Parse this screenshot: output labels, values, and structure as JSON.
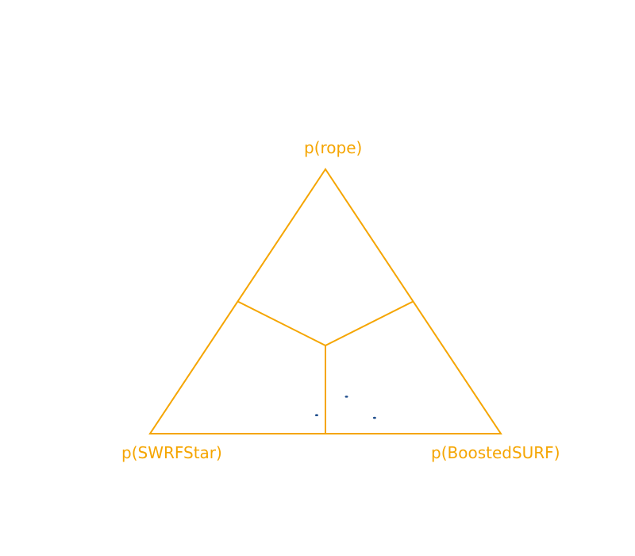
{
  "chart_data": {
    "type": "scatter",
    "subtype": "ternary-simplex",
    "vertices": {
      "top": "p(rope)",
      "left": "p(SWRFStar)",
      "right": "p(BoostedSURF)"
    },
    "colors": {
      "frame": "#f5a500",
      "points": "#1f4e8c",
      "labels": "#f5a500"
    },
    "points": [
      {
        "p_rope": 0.14,
        "p_left": 0.37,
        "p_right": 0.49
      },
      {
        "p_rope": 0.06,
        "p_left": 0.33,
        "p_right": 0.61
      },
      {
        "p_rope": 0.07,
        "p_left": 0.49,
        "p_right": 0.44
      }
    ]
  }
}
